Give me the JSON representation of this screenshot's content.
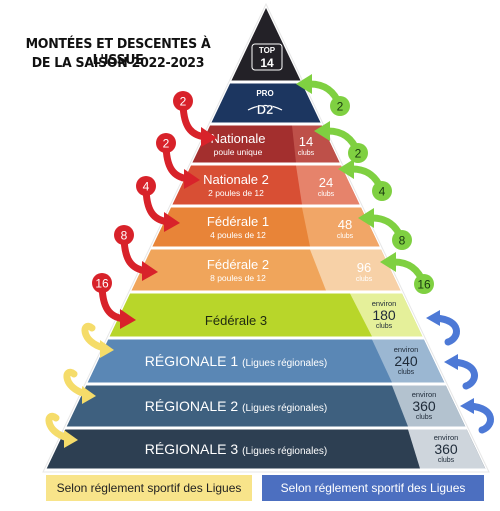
{
  "title": {
    "line1": "MONTÉES ET DESCENTES À L'ISSUE",
    "line2": "DE LA SAISON 2022-2023"
  },
  "levels": [
    {
      "name": "TOP",
      "sub": "14",
      "color": "#232127",
      "count": "",
      "count_label": "",
      "pre_label": "",
      "down": "",
      "up": ""
    },
    {
      "name": "PRO",
      "sub": "D2",
      "color": "#1c3660",
      "count": "",
      "count_label": "",
      "pre_label": "",
      "down": "2",
      "up": "2"
    },
    {
      "name": "Nationale",
      "sub": "poule unique",
      "color": "#a32f2e",
      "count": "14",
      "count_label": "clubs",
      "pre_label": "",
      "down": "2",
      "up": "2"
    },
    {
      "name": "Nationale 2",
      "sub": "2 poules de 12",
      "color": "#d84f34",
      "count": "24",
      "count_label": "clubs",
      "pre_label": "",
      "down": "4",
      "up": "4"
    },
    {
      "name": "Fédérale 1",
      "sub": "4 poules de 12",
      "color": "#e88438",
      "count": "48",
      "count_label": "clubs",
      "pre_label": "",
      "down": "8",
      "up": "8"
    },
    {
      "name": "Fédérale 2",
      "sub": "8 poules de 12",
      "color": "#f0a55b",
      "count": "96",
      "count_label": "clubs",
      "pre_label": "",
      "down": "16",
      "up": "16"
    },
    {
      "name": "Fédérale 3",
      "sub": "",
      "color": "#b8d62a",
      "count": "180",
      "count_label": "clubs",
      "pre_label": "environ",
      "down": "",
      "up": ""
    },
    {
      "name": "RÉGIONALE 1",
      "sub": "(Ligues régionales)",
      "color": "#5a87b5",
      "count": "240",
      "count_label": "clubs",
      "pre_label": "environ",
      "down": "",
      "up": ""
    },
    {
      "name": "RÉGIONALE 2",
      "sub": "(Ligues régionales)",
      "color": "#3e607f",
      "count": "360",
      "count_label": "clubs",
      "pre_label": "environ",
      "down": "",
      "up": ""
    },
    {
      "name": "RÉGIONALE 3",
      "sub": "(Ligues régionales)",
      "color": "#2d3f52",
      "count": "360",
      "count_label": "clubs",
      "pre_label": "environ",
      "down": "",
      "up": ""
    }
  ],
  "footer": {
    "left": "Selon réglement sportif des Ligues",
    "right": "Selon réglement sportif des Ligues"
  },
  "colors": {
    "down_arrow": "#d8222a",
    "up_arrow": "#7fd041",
    "yellow_arrow": "#f5dc6a",
    "blue_arrow": "#4d79d6"
  }
}
